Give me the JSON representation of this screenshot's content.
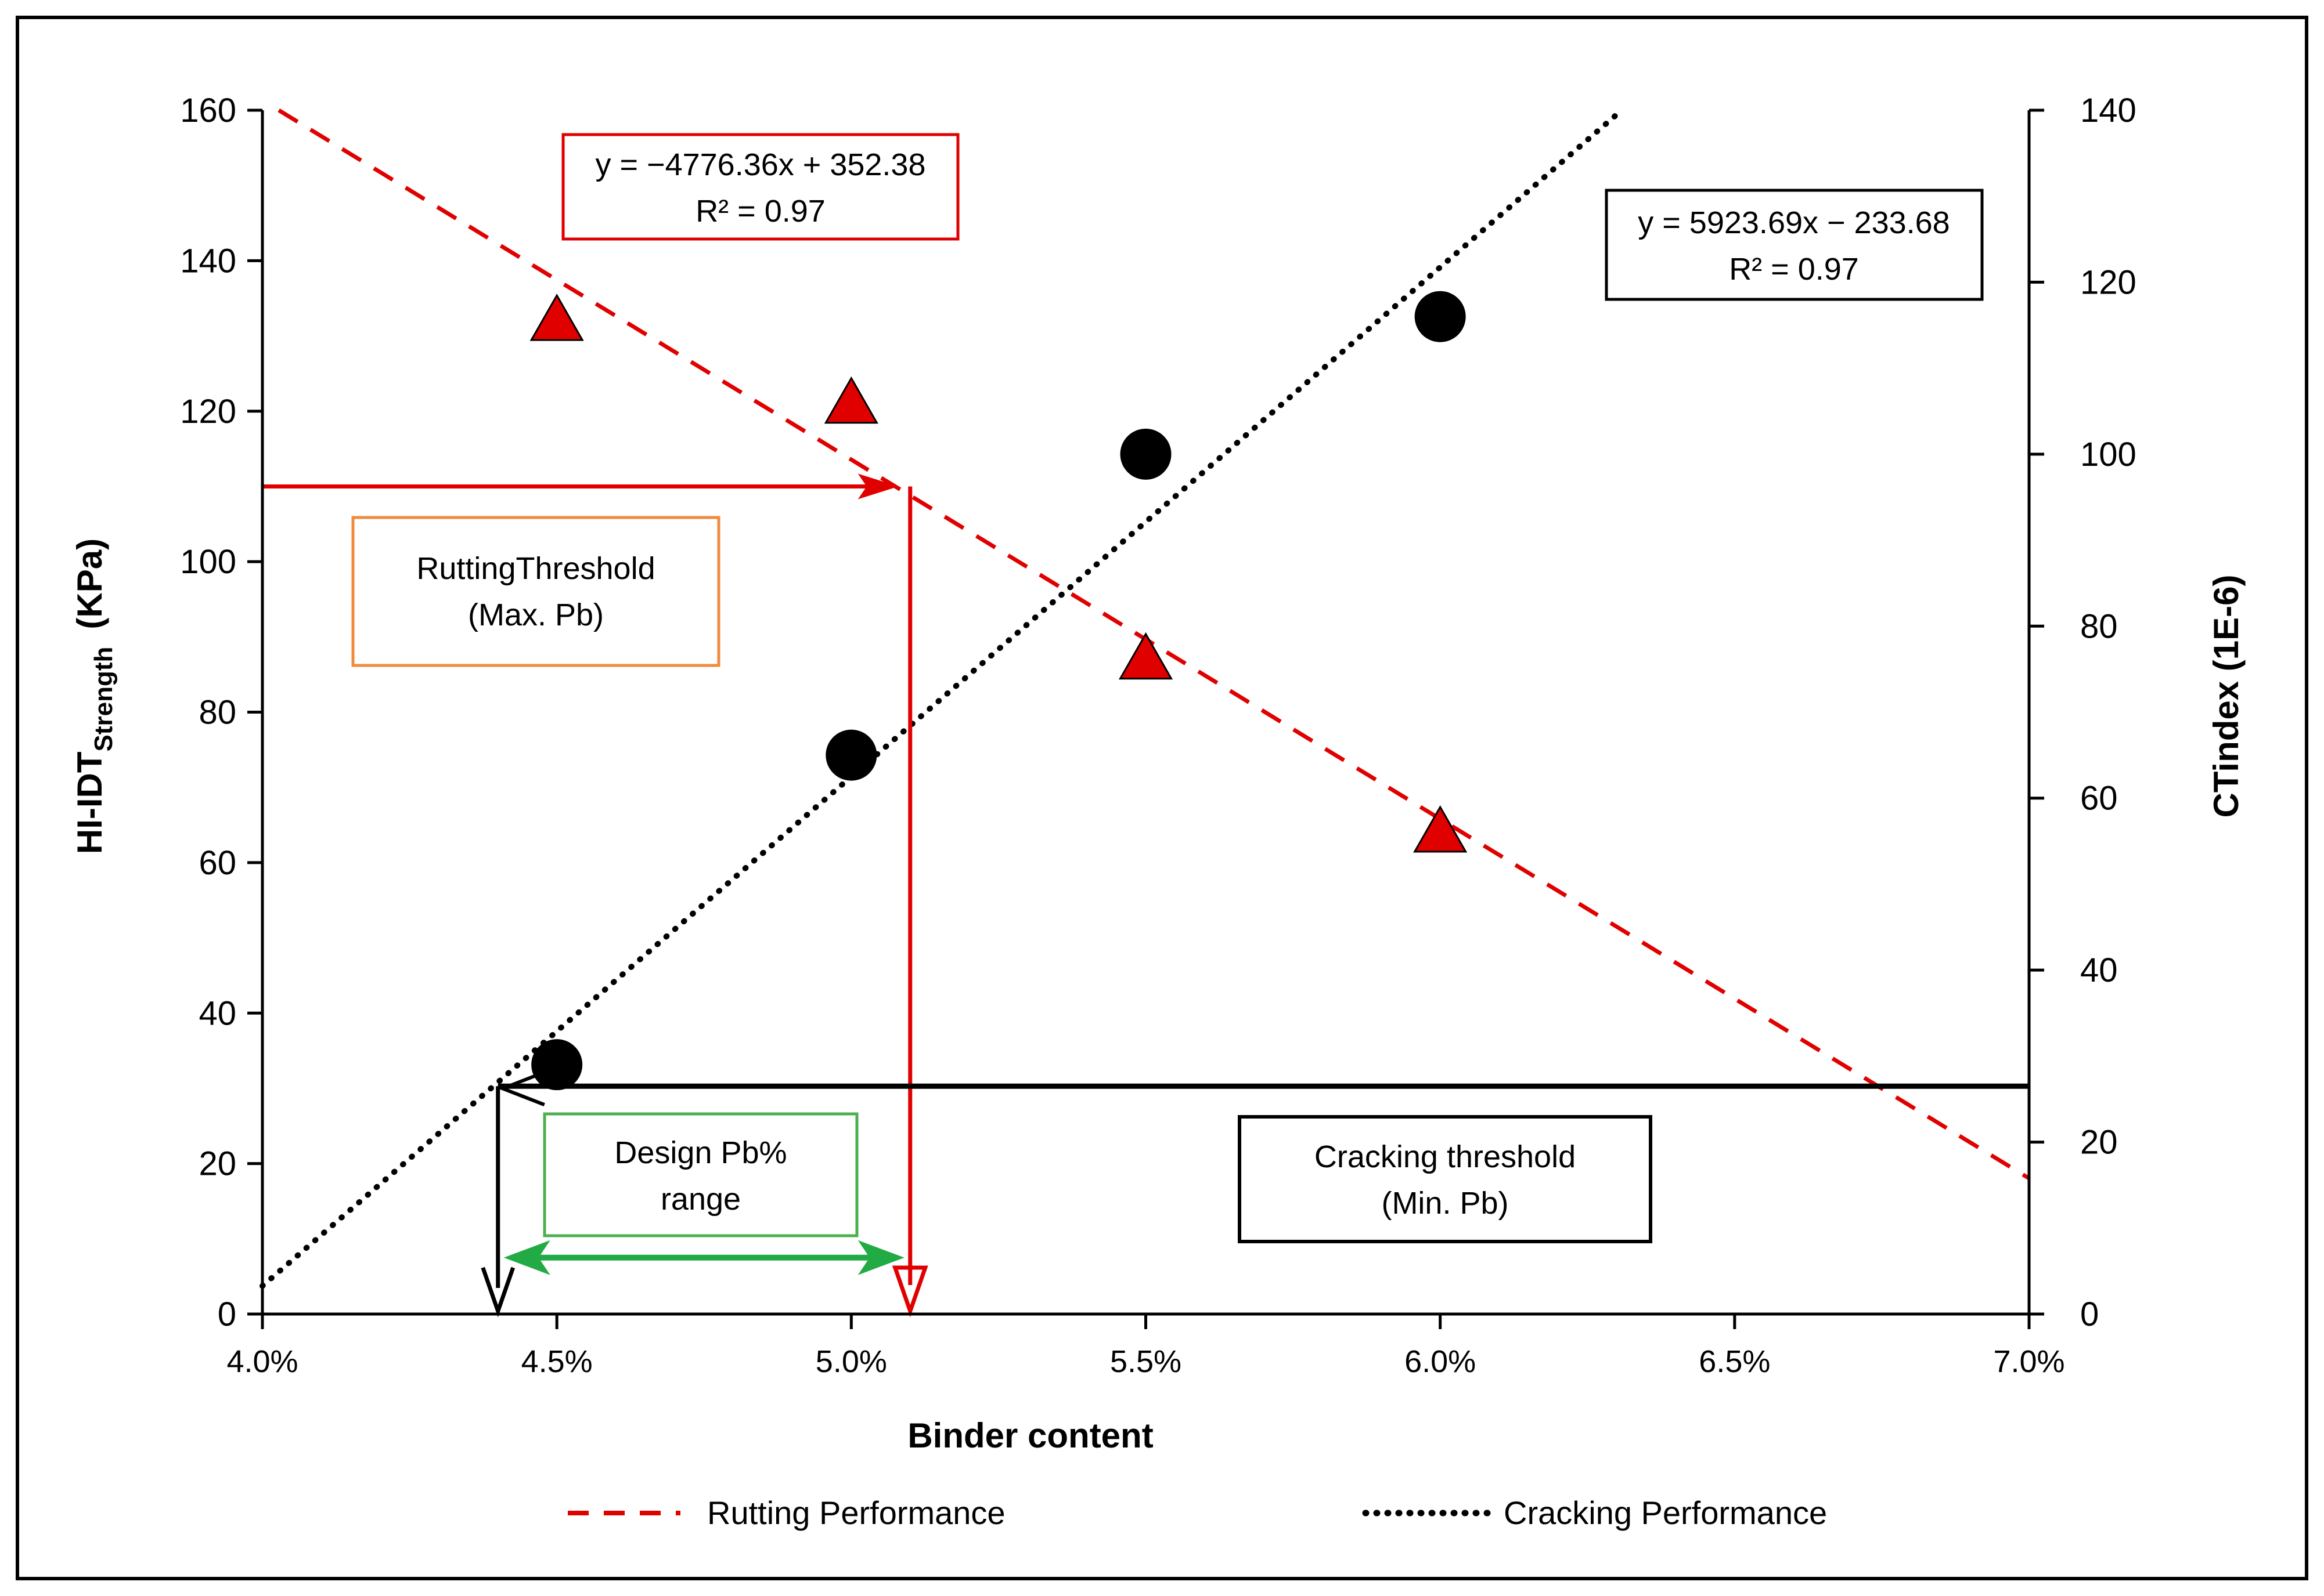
{
  "chart_data": {
    "type": "scatter",
    "xlabel": "Binder content",
    "ylabel_main": "HI-IDT",
    "ylabel_sub": "Strength",
    "ylabel_unit": "(KPa)",
    "y2label": "CTindex (1E-6)",
    "xlim": [
      0.04,
      0.07
    ],
    "ylim": [
      0,
      160
    ],
    "y2lim": [
      0,
      140
    ],
    "x_ticks": [
      0.04,
      0.045,
      0.05,
      0.055,
      0.06,
      0.065,
      0.07
    ],
    "x_tick_labels": [
      "4.0%",
      "4.5%",
      "5.0%",
      "5.5%",
      "6.0%",
      "6.5%",
      "7.0%"
    ],
    "y_ticks": [
      "0",
      "20",
      "40",
      "60",
      "80",
      "100",
      "120",
      "140",
      "160"
    ],
    "y2_ticks": [
      "0",
      "20",
      "40",
      "60",
      "80",
      "100",
      "120",
      "140"
    ],
    "grid": false,
    "legend_position": "bottom",
    "series": [
      {
        "name": "Rutting Performance",
        "axis": "left",
        "marker": "triangle",
        "color": "#e00000",
        "trend_style": "dashed",
        "x": [
          0.045,
          0.05,
          0.055,
          0.06
        ],
        "y": [
          132,
          121,
          87,
          64
        ],
        "trend": {
          "slope": -4776.36,
          "intercept": 352.38,
          "r2": 0.97
        }
      },
      {
        "name": "Cracking Performance",
        "axis": "right",
        "marker": "circle",
        "color": "#000000",
        "trend_style": "dotted",
        "x": [
          0.045,
          0.05,
          0.055,
          0.06
        ],
        "y": [
          29,
          65,
          100,
          116
        ],
        "trend": {
          "slope": 5923.69,
          "intercept": -233.68,
          "r2": 0.97
        }
      }
    ],
    "thresholds": {
      "rutting_strength": 110,
      "rutting_pb": 0.051,
      "cracking_ctindex": 26.5,
      "cracking_pb": 0.044
    },
    "annotations": {
      "rut_eq_line1": "y = −4776.36x + 352.38",
      "rut_eq_line2": "R² = 0.97",
      "crack_eq_line1": "y = 5923.69x − 233.68",
      "crack_eq_line2": "R² = 0.97",
      "rut_thresh_line1": "RuttingThreshold",
      "rut_thresh_line2": "(Max. Pb)",
      "crack_thresh_line1": "Cracking threshold",
      "crack_thresh_line2": "(Min. Pb)",
      "design_line1": "Design Pb%",
      "design_line2": "range"
    },
    "colors": {
      "rutting": "#e00000",
      "cracking": "#000000",
      "design": "#22aa44",
      "rut_box_border": "#f08a3c",
      "design_box_border": "#4caf50"
    }
  }
}
